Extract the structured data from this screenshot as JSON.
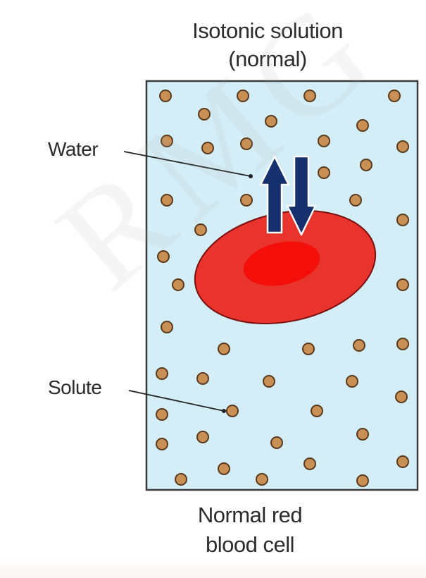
{
  "title": {
    "line1": "Isotonic solution",
    "line2": "(normal)"
  },
  "labels": {
    "water": "Water",
    "solute": "Solute"
  },
  "caption": {
    "line1": "Normal red",
    "line2": "blood cell"
  },
  "watermark": "RMG",
  "colors": {
    "solution": "#d4eef8",
    "box_border": "#3a3a3a",
    "cell": "#e8342c",
    "cell_center": "#f50f0a",
    "arrow": "#16306e",
    "solute_fill": "#c99055",
    "solute_border": "#5a3a1c"
  }
}
